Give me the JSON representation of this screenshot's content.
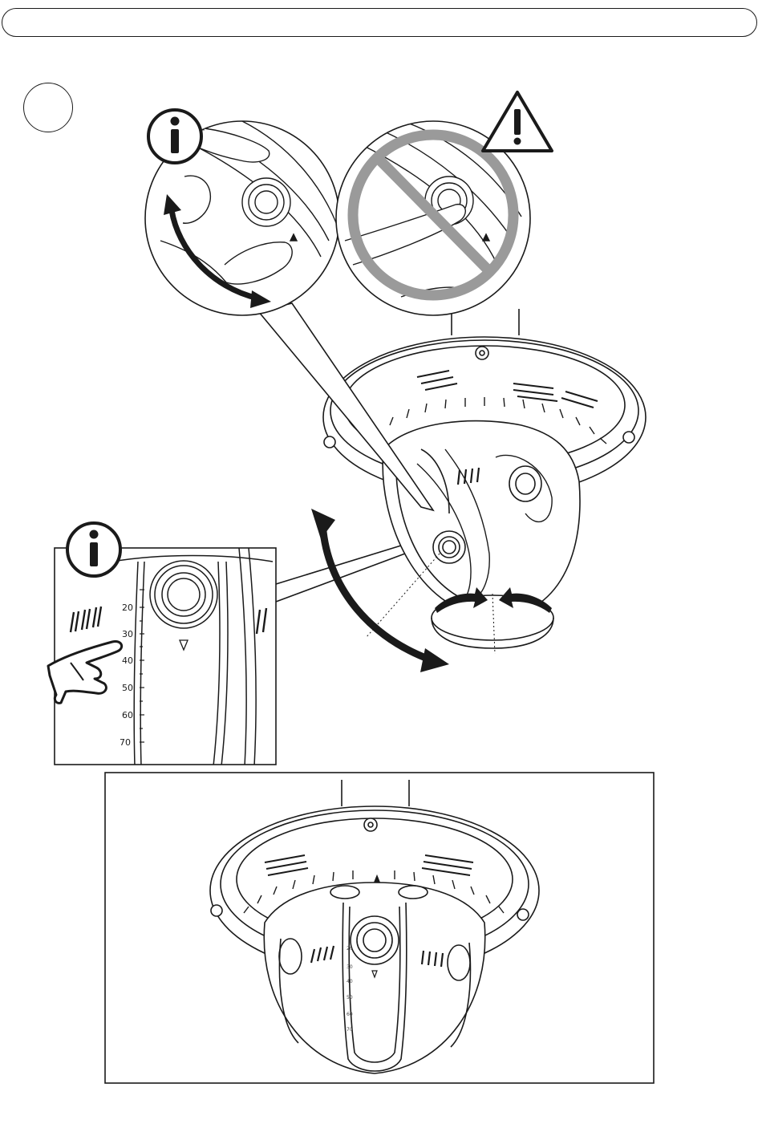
{
  "header": {
    "title": ""
  },
  "step": {
    "number": ""
  },
  "detail_view": {
    "scale_labels": [
      "20",
      "30",
      "40",
      "50",
      "60",
      "70"
    ]
  },
  "bottom_view": {
    "scale_labels": [
      "20",
      "30",
      "40",
      "50",
      "60",
      "70"
    ]
  },
  "icons": {
    "info": "info-icon",
    "warning": "warning-icon",
    "prohibited": "prohibited-icon",
    "pointing_hand": "pointing-hand-icon",
    "tilt_arrow": "tilt-arrow-icon",
    "pan_arrow": "pan-arrow-icon"
  }
}
